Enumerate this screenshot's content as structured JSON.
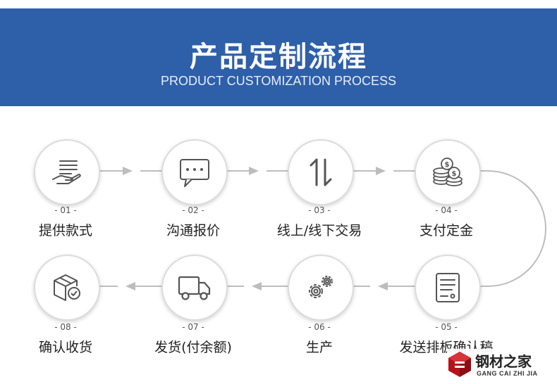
{
  "header": {
    "title": "产品定制流程",
    "subtitle": "PRODUCT CUSTOMIZATION PROCESS"
  },
  "steps": [
    {
      "number": "- 01 -",
      "label": "提供款式",
      "icon": "hand-document-icon"
    },
    {
      "number": "- 02 -",
      "label": "沟通报价",
      "icon": "chat-bubble-icon"
    },
    {
      "number": "- 03 -",
      "label": "线上/线下交易",
      "icon": "exchange-arrows-icon"
    },
    {
      "number": "- 04 -",
      "label": "支付定金",
      "icon": "coins-icon"
    },
    {
      "number": "- 05 -",
      "label": "发送排板确认稿",
      "icon": "document-icon"
    },
    {
      "number": "- 06 -",
      "label": "生产",
      "icon": "gears-icon"
    },
    {
      "number": "- 07 -",
      "label": "发货(付余额)",
      "icon": "truck-icon"
    },
    {
      "number": "- 08 -",
      "label": "确认收货",
      "icon": "package-check-icon"
    }
  ],
  "logo": {
    "name": "钢材之家",
    "pinyin": "GANG CAI ZHI JIA"
  },
  "colors": {
    "banner": "#2e5fa9",
    "line": "#bdbdbd",
    "icon": "#555555",
    "logo_accent": "#b5121b"
  }
}
